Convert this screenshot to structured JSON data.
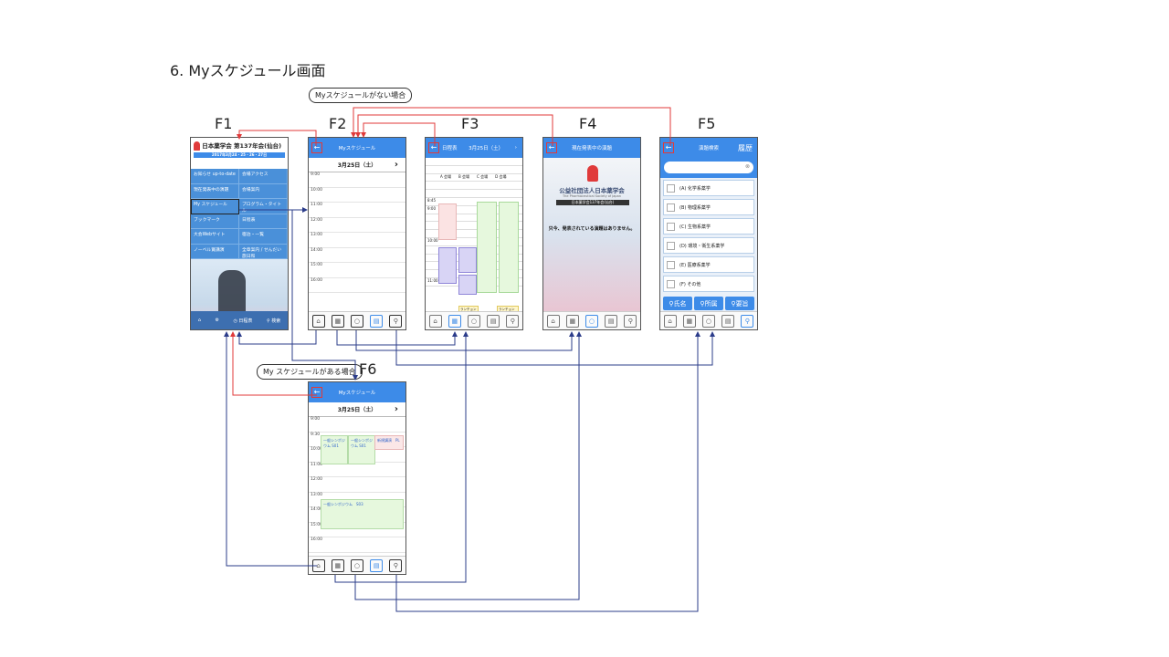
{
  "slide": {
    "title": "6. Myスケジュール画面"
  },
  "callouts": {
    "no_schedule": "Myスケジュールがない場合",
    "has_schedule": "My スケジュールがある場合"
  },
  "labels": {
    "f1": "F1",
    "f2": "F2",
    "f3": "F3",
    "f4": "F4",
    "f5": "F5",
    "f6": "F6"
  },
  "f1": {
    "title": "日本薬学会 第137年会(仙台)",
    "tagline": "2017年3月24・25・26・27日",
    "menu": [
      "お知らせ up-to-date",
      "会場アクセス",
      "現在発表中の演題",
      "会場案内",
      "My スケジュール",
      "プログラム・タイトル",
      "ブックマーク",
      "日程表",
      "大会Webサイト",
      "宿泊・一覧",
      "ノーベル賞講演",
      "全章案内 / せんだい旅日和"
    ],
    "bottom": {
      "schedule": "日程表",
      "search": "検索"
    }
  },
  "f2": {
    "title": "Myスケジュール",
    "date": "3月25日（土）",
    "times": [
      "9:00",
      "10:00",
      "11:00",
      "12:00",
      "13:00",
      "14:00",
      "15:00",
      "16:00"
    ]
  },
  "f3": {
    "title": "日程表",
    "date": "3月25日（土）",
    "rooms": [
      "A 会場",
      "B 会場",
      "C 会場",
      "D 会場"
    ],
    "times": [
      "8:45",
      "9:00",
      "10:00",
      "11:00"
    ],
    "lunch": "ランチョン"
  },
  "f4": {
    "title": "現在発表中の演題",
    "org": "公益社団法人日本薬学会",
    "org_en": "The Pharmaceutical Society of Japan",
    "meeting": "日本薬学会137年会(仙台)",
    "message": "只今、発表されている演題はありません。"
  },
  "f5": {
    "title": "演題検索",
    "history": "履歴",
    "categories": [
      "(A) 化学系薬学",
      "(B) 物理系薬学",
      "(C) 生物系薬学",
      "(D) 環境・衛生系薬学",
      "(E) 医療系薬学",
      "(F) その他"
    ],
    "buttons": [
      "氏名",
      "所属",
      "要旨"
    ]
  },
  "f6": {
    "title": "Myスケジュール",
    "date": "3月25日（土）",
    "times": [
      "9:00",
      "9:30",
      "10:00",
      "11:00",
      "12:00",
      "13:00",
      "14:00",
      "15:00",
      "16:00"
    ],
    "events": [
      "一般シンポジウム S01",
      "一般シンポジウム S01",
      "新規講演　PL",
      "一般シンポジウム　S03"
    ]
  },
  "colors": {
    "accent": "#3d8be8",
    "arrow_red": "#e03a3a",
    "arrow_blue": "#2b3c8a"
  }
}
